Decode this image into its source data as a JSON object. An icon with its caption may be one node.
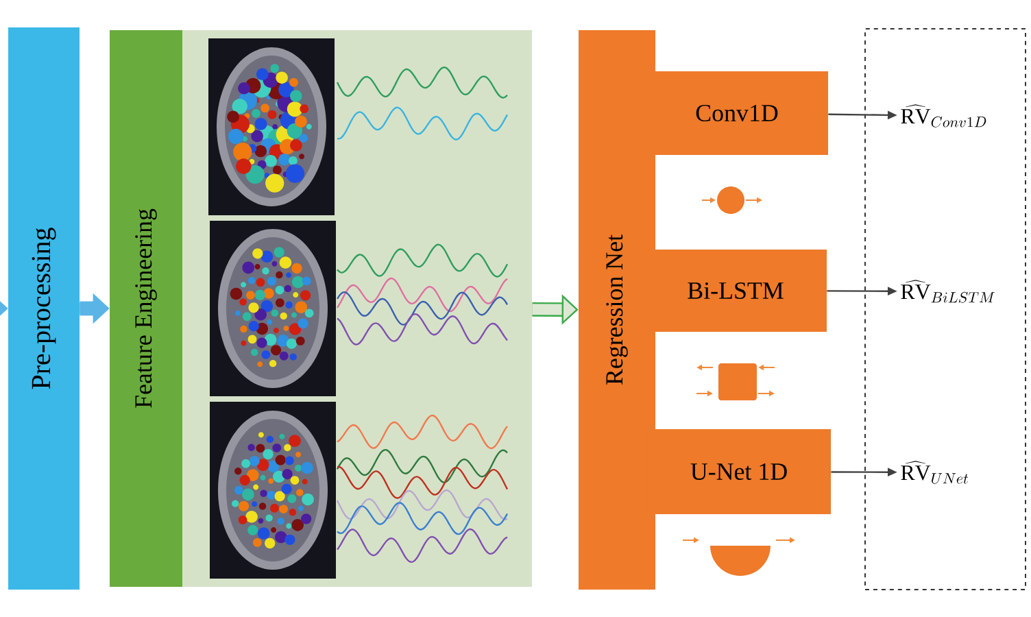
{
  "diagram": {
    "nodes": [
      {
        "text": [
          "Pre-processing"
        ]
      },
      {
        "text": [
          "Feature Engineering"
        ]
      },
      {
        "text": [],
        "shape": "box"
      },
      {
        "text": [
          "Regression Net"
        ]
      },
      {
        "text": [
          "Conv1D"
        ]
      },
      {
        "text": [
          "Bi-LSTM"
        ]
      },
      {
        "text": [
          "U-Net 1D"
        ]
      },
      {
        "text": [],
        "shape": "box"
      },
      {
        "text": [
          "\\widehat{\\mathrm{RV}}_{Conv1D}"
        ],
        "in": 7
      },
      {
        "text": [
          "\\widehat{\\mathrm{RV}}_{BiLSTM}"
        ],
        "in": 7
      },
      {
        "text": [
          "\\widehat{\\mathrm{RV}}_{UNet}"
        ],
        "in": 7
      }
    ],
    "edges": [
      {
        "from": null,
        "to": 0,
        "arrow": "to",
        "style": "thick",
        "color": "#5ab4e6"
      },
      {
        "from": 0,
        "to": 1,
        "arrow": "to",
        "style": "thick",
        "color": "#5ab4e6"
      },
      {
        "from": 2,
        "to": 3,
        "arrow": "to",
        "style": "thick",
        "color": "#3aaa4a"
      },
      {
        "from": 4,
        "to": 8,
        "arrow": "to"
      },
      {
        "from": 5,
        "to": 9,
        "arrow": "to"
      },
      {
        "from": 6,
        "to": 10,
        "arrow": "to"
      }
    ]
  }
}
